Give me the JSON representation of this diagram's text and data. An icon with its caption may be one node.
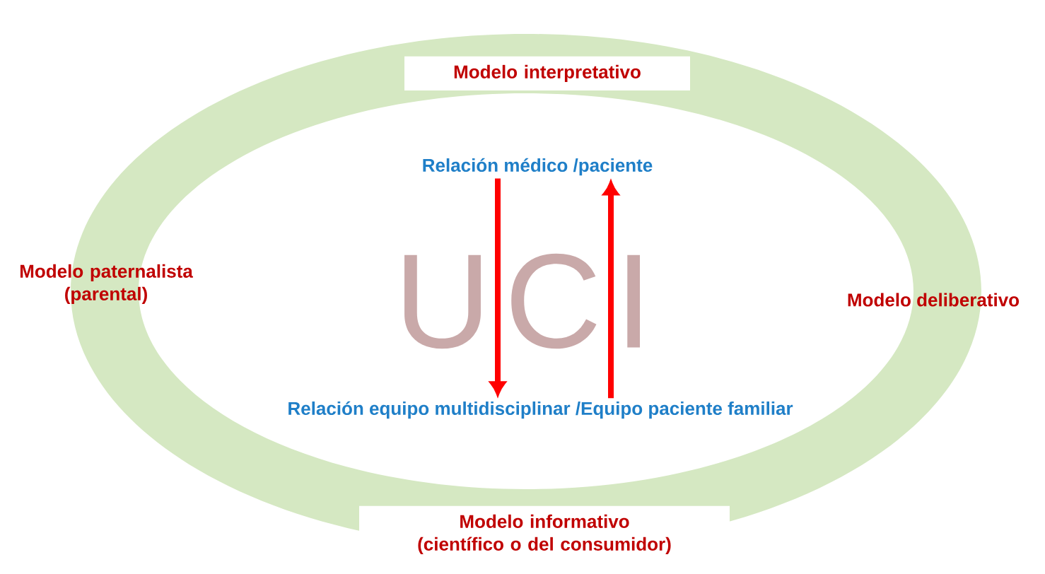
{
  "diagram": {
    "nodes": [
      {
        "text": [
          "Modelo interpretativo"
        ]
      },
      {
        "text": [
          "Relación médico /paciente"
        ]
      },
      {
        "text": [
          "Modelo paternalista (parental)"
        ]
      },
      {
        "text": [
          "UCI"
        ]
      },
      {
        "text": [
          "Modelo deliberativo"
        ]
      },
      {
        "text": [
          "Relación  equipo multidisciplinar  /Equipo paciente familiar"
        ]
      },
      {
        "text": [
          "Modelo informativo (científico o del consumidor)"
        ]
      }
    ],
    "edges": [
      {
        "from": 1,
        "to": 5,
        "arrow": "to"
      },
      {
        "from": 5,
        "to": 1,
        "arrow": "to"
      }
    ]
  }
}
